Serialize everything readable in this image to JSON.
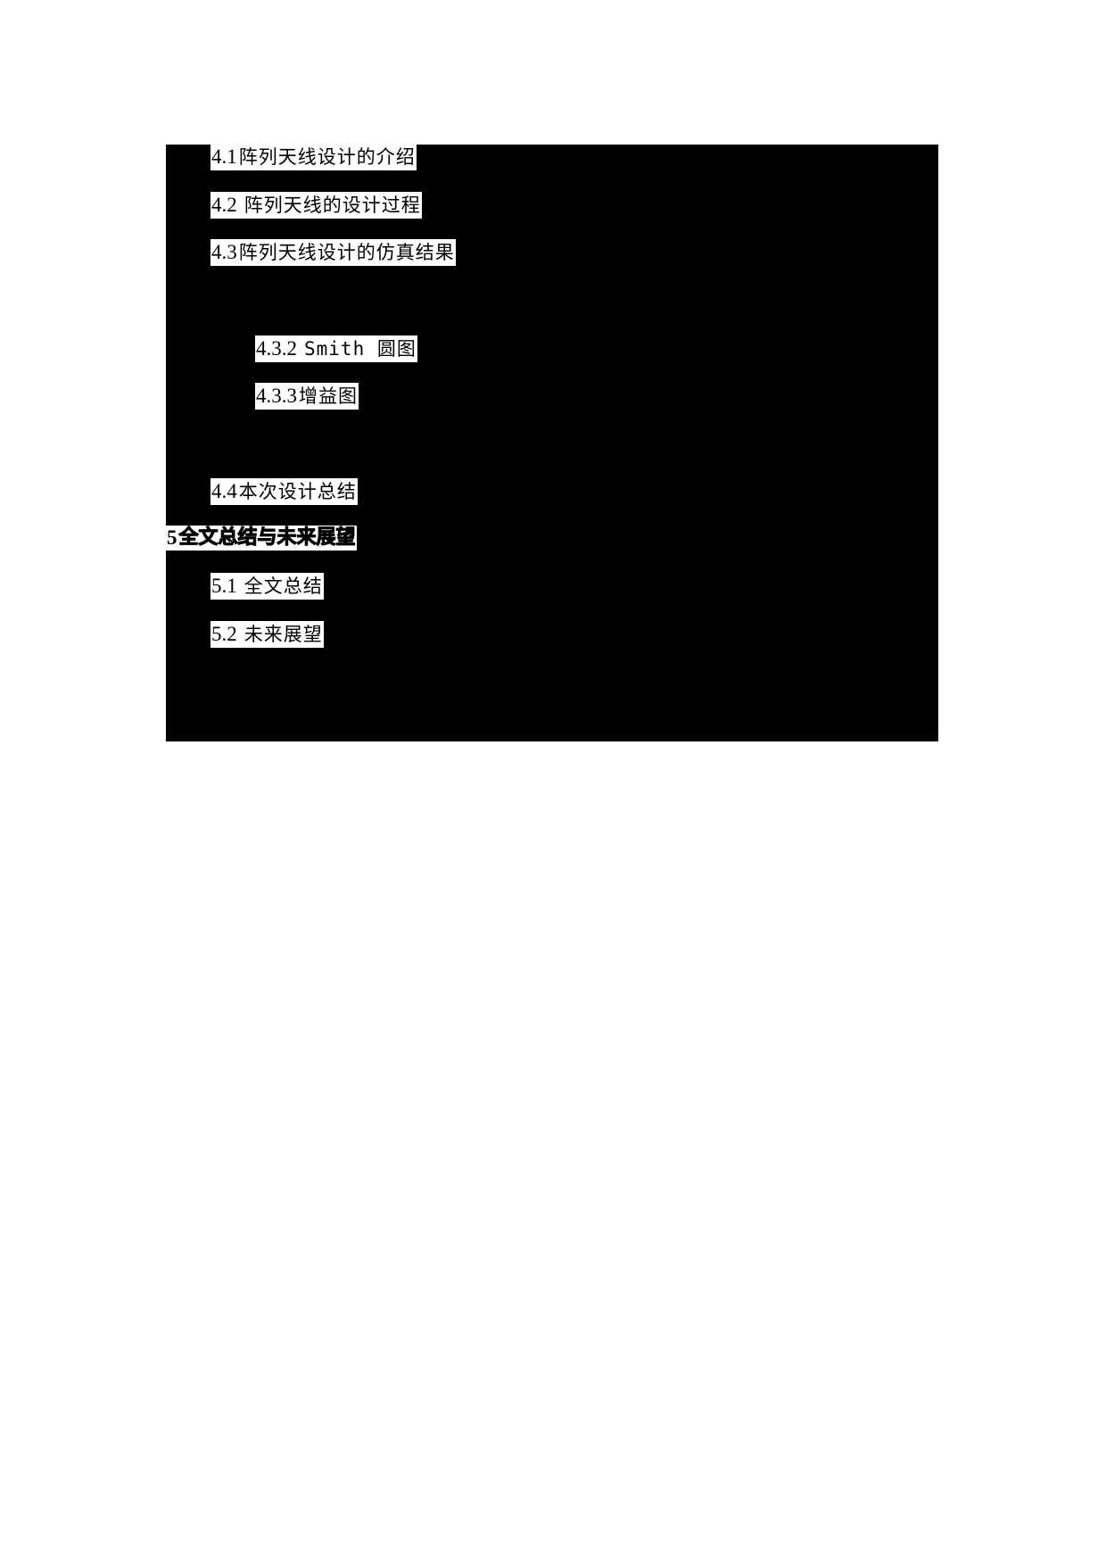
{
  "document": {
    "type": "table-of-contents (partially redacted)",
    "colors": {
      "page_background": "#ffffff",
      "redaction_block": "#000000",
      "text": "#000000"
    },
    "entries": [
      {
        "level": 2,
        "number": "4.1",
        "title": "阵列天线设计的介绍"
      },
      {
        "level": 2,
        "number": "4.2",
        "title": "阵列天线的设计过程"
      },
      {
        "level": 2,
        "number": "4.3",
        "title": "阵列天线设计的仿真结果"
      },
      {
        "level": 3,
        "number": "4.3.2",
        "title": "Smith 圆图"
      },
      {
        "level": 3,
        "number": "4.3.3",
        "title": "增益图"
      },
      {
        "level": 2,
        "number": "4.4",
        "title": "本次设计总结"
      },
      {
        "level": 1,
        "number": "5",
        "title": "全文总结与未来展望"
      },
      {
        "level": 2,
        "number": "5.1",
        "title": "全文总结"
      },
      {
        "level": 2,
        "number": "5.2",
        "title": "未来展望"
      }
    ]
  }
}
